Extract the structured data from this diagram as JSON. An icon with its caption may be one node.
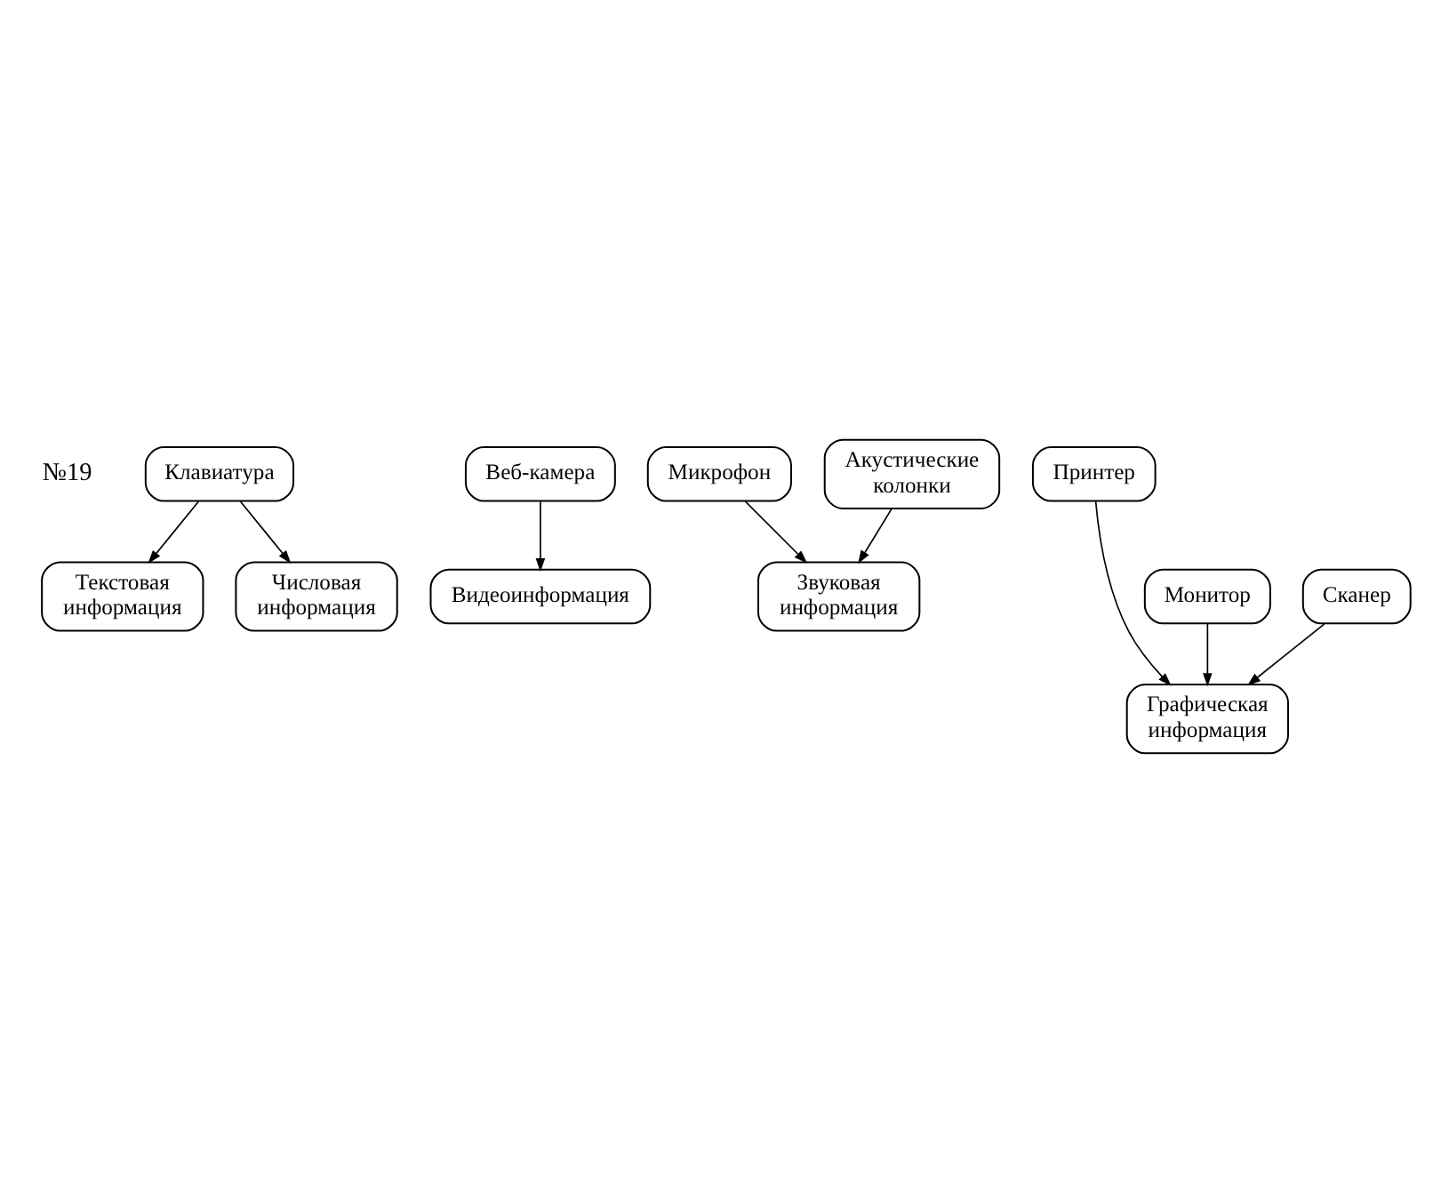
{
  "diagram": {
    "nodes": [
      {
        "text": [
          "Клавиатура"
        ]
      },
      {
        "text": [
          "Веб-камера"
        ]
      },
      {
        "text": [
          "Текстовая информация"
        ]
      },
      {
        "text": [
          "Числовая информация"
        ]
      },
      {
        "text": [
          "Видеоинформация"
        ]
      },
      {
        "text": [
          "Микрофон"
        ]
      },
      {
        "text": [
          "Акустические колонки"
        ]
      },
      {
        "text": [
          "Принтер"
        ]
      },
      {
        "text": [
          "Монитор"
        ]
      },
      {
        "text": [
          "Сканер"
        ]
      },
      {
        "text": [
          "Звуковая информация"
        ]
      },
      {
        "text": [
          "Графическая информация"
        ]
      }
    ],
    "edges": [
      {
        "from": 0,
        "to": 2,
        "arrow": "to"
      },
      {
        "from": 0,
        "to": 3,
        "arrow": "to"
      },
      {
        "from": 1,
        "to": 4,
        "arrow": "to"
      },
      {
        "from": 5,
        "to": 10,
        "arrow": "to"
      },
      {
        "from": 6,
        "to": 10,
        "arrow": "to"
      },
      {
        "from": 7,
        "to": 11,
        "arrow": "to"
      },
      {
        "from": 8,
        "to": 11,
        "arrow": "to"
      },
      {
        "from": 9,
        "to": 11,
        "arrow": "to"
      }
    ],
    "labels": [
      "№19"
    ]
  }
}
